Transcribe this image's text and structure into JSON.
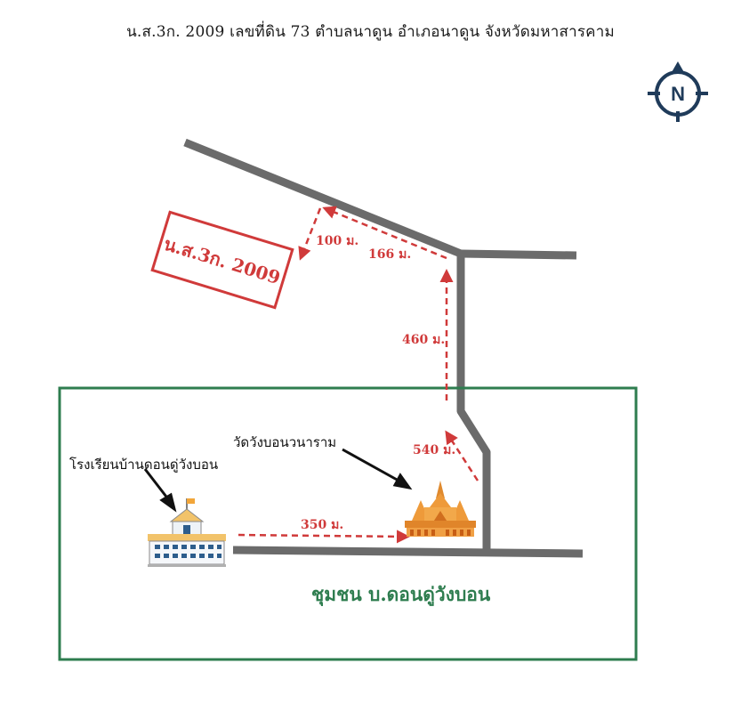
{
  "header": {
    "title": "น.ส.3ก. 2009 เลขที่ดิน 73 ตำบลนาดูน อำเภอนาดูน จังหวัดมหาสารคาม"
  },
  "compass": {
    "label": "N",
    "icon": "north-compass-icon"
  },
  "parcel": {
    "label": "น.ส.3ก. 2009"
  },
  "distances": {
    "d100": "100 ม.",
    "d166": "166 ม.",
    "d460": "460 ม.",
    "d540": "540 ม.",
    "d350": "350 ม."
  },
  "places": {
    "school": "โรงเรียนบ้านดอนดู่วังบอน",
    "temple": "วัดวังบอนวนาราม"
  },
  "community": {
    "label": "ชุมชน บ.ดอนดู่วังบอน"
  },
  "colors": {
    "road": "#6b6b6b",
    "route": "#d03a3a",
    "boundary": "#2e7d4f",
    "parcel": "#d03a3a"
  }
}
